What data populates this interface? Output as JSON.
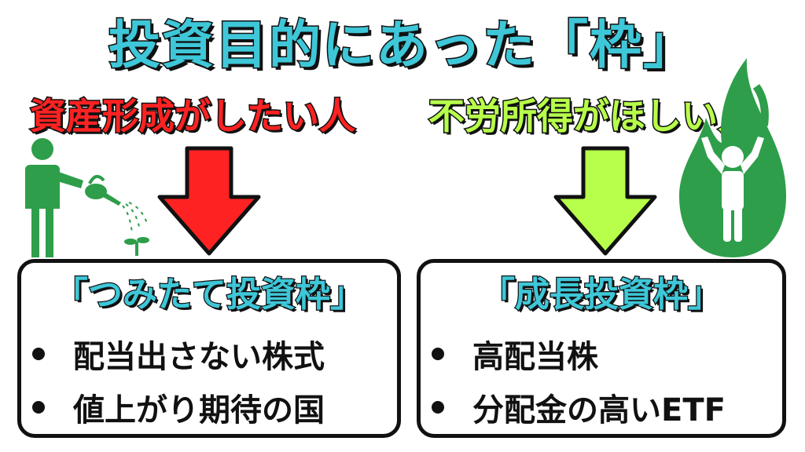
{
  "title": "投資目的にあった「枠」",
  "left": {
    "heading": "資産形成がしたい人",
    "box_title": "「つみたて投資枠」",
    "bullets": [
      "配当出さない株式",
      "値上がり期待の国"
    ],
    "arrow_color": "#ff2222"
  },
  "right": {
    "heading": "不労所得がほしい人",
    "box_title": "「成長投資枠」",
    "bullets": [
      "高配当株",
      "分配金の高いETF"
    ],
    "arrow_color": "#b7ff4a"
  },
  "colors": {
    "title": "#3ec7d8",
    "illustration": "#2e9e4a",
    "outline": "#111111"
  },
  "icons": [
    "gardener-watering-icon",
    "flame-person-icon"
  ]
}
